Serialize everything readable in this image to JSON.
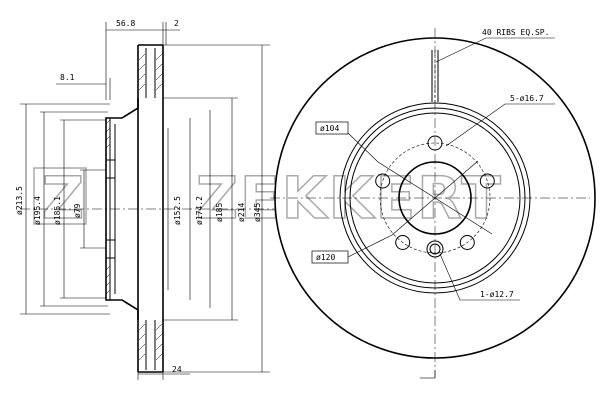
{
  "watermark": {
    "brand": "ZEKKERT",
    "logo_glyph": "Z"
  },
  "side_view": {
    "dimensions": {
      "width_56_8": "56.8",
      "offset_2": "2",
      "hat_8_1": "8.1",
      "d_213_5": "ø213.5",
      "d_195_4": "ø195.4",
      "d_185_1": "ø185.1",
      "d_79": "ø79",
      "d_152_5": "ø152.5",
      "d_174_2": "ø174.2",
      "d_185": "ø185",
      "d_214": "ø214",
      "d_345": "ø345",
      "thickness_24": "24"
    }
  },
  "front_view": {
    "labels": {
      "ribs": "40 RIBS EQ.SP.",
      "bolt_holes": "5-ø16.7",
      "pilot_104": "ø104",
      "pcd_120": "ø120",
      "locating_hole": "1-ø12.7"
    },
    "bolt_count": 5
  }
}
